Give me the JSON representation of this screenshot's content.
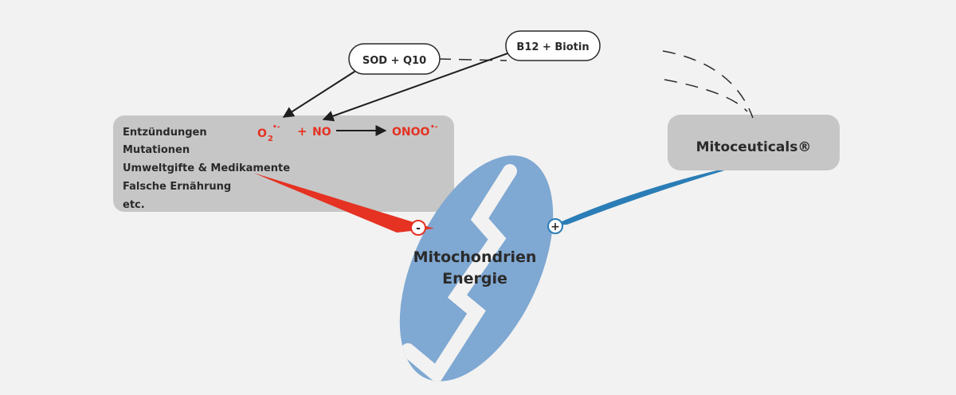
{
  "causes": {
    "items": [
      "Entzündungen",
      "Mutationen",
      "Umweltgifte & Medikamente",
      "Falsche Ernährung",
      "etc."
    ]
  },
  "reaction": {
    "superoxide_base": "O",
    "superoxide_sub": "2",
    "superoxide_sup": "•-",
    "plus": "+",
    "no": "NO",
    "product_base": "ONOO",
    "product_sup": "•-"
  },
  "remedies": {
    "sod_q10": "SOD + Q10",
    "b12_biotin": "B12 + Biotin"
  },
  "mitoceuticals": "Mitoceuticals®",
  "mitochondria": {
    "line1": "Mitochondrien",
    "line2": "Energie"
  },
  "effects": {
    "negative": "-",
    "positive": "+"
  },
  "colors": {
    "red": "#e53222",
    "blue": "#2a7db6",
    "mito_fill": "#7fa8d2",
    "box_gray": "#c6c6c6",
    "dark": "#2a2a2a"
  }
}
